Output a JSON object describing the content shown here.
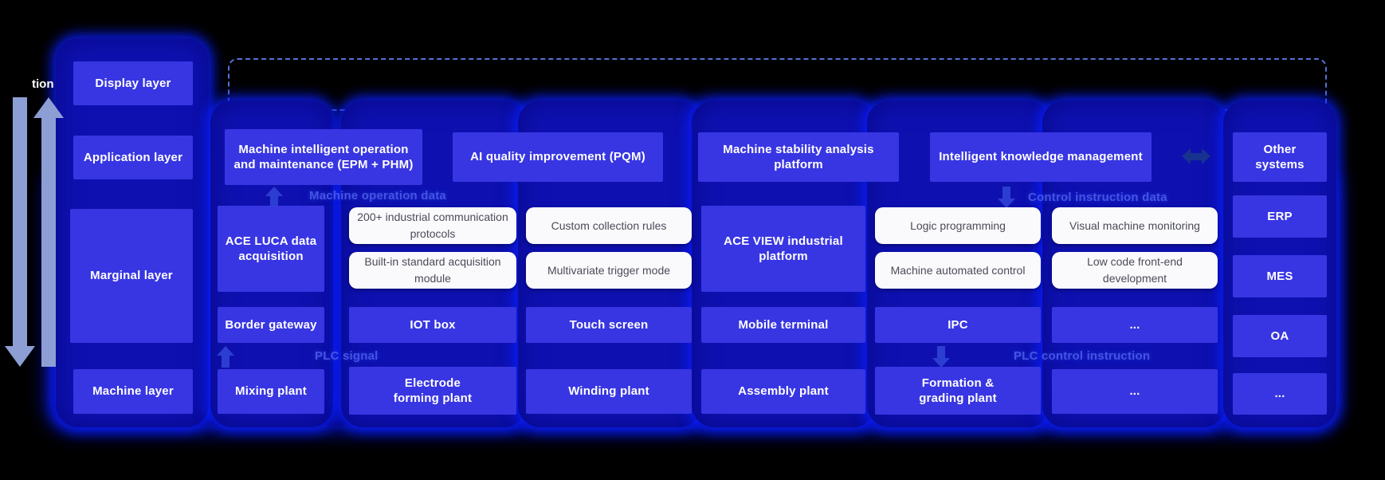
{
  "edge_fragment": "tion",
  "layers": {
    "display": "Display layer",
    "application": "Application layer",
    "marginal": "Marginal layer",
    "machine": "Machine layer"
  },
  "app_row": {
    "epm_phm": "Machine intelligent operation and maintenance (EPM + PHM)",
    "pqm": "AI quality improvement (PQM)",
    "stability": "Machine stability analysis platform",
    "knowledge": "Intelligent knowledge management",
    "other_systems": "Other systems"
  },
  "flow": {
    "machine_operation_data": "Machine operation data",
    "control_instruction_data": "Control instruction data",
    "plc_signal": "PLC signal",
    "plc_control_instruction": "PLC control instruction"
  },
  "marginal": {
    "ace_luca": "ACE LUCA data acquisition",
    "protocols": "200+ industrial communication protocols",
    "builtin_module": "Built-in standard acquisition module",
    "custom_rules": "Custom collection rules",
    "multivariate": "Multivariate trigger mode",
    "ace_view": "ACE VIEW industrial platform",
    "logic_programming": "Logic programming",
    "machine_automated": "Machine automated control",
    "visual_monitoring": "Visual machine monitoring",
    "low_code": "Low code front-end development"
  },
  "devices": {
    "border_gateway": "Border gateway",
    "iot_box": "IOT box",
    "touch_screen": "Touch screen",
    "mobile_terminal": "Mobile terminal",
    "ipc": "IPC",
    "ellipsis": "..."
  },
  "machines": {
    "mixing": "Mixing plant",
    "electrode": "Electrode forming plant",
    "winding": "Winding plant",
    "assembly": "Assembly plant",
    "formation": "Formation & grading plant",
    "ellipsis": "..."
  },
  "external": {
    "erp": "ERP",
    "mes": "MES",
    "oa": "OA",
    "ellipsis": "..."
  },
  "colors": {
    "background": "#000000",
    "box_blue": "#3836e2",
    "panel_blue": "#0e11b0",
    "glow_blue": "#0a1eff",
    "white_box": "#fafafd",
    "white_box_text": "#4b4b57",
    "flow_label": "#4554e2",
    "dashed_border": "#5b76e0",
    "big_arrow": "#8c9ed4",
    "small_arrow": "#2c3ed2"
  }
}
